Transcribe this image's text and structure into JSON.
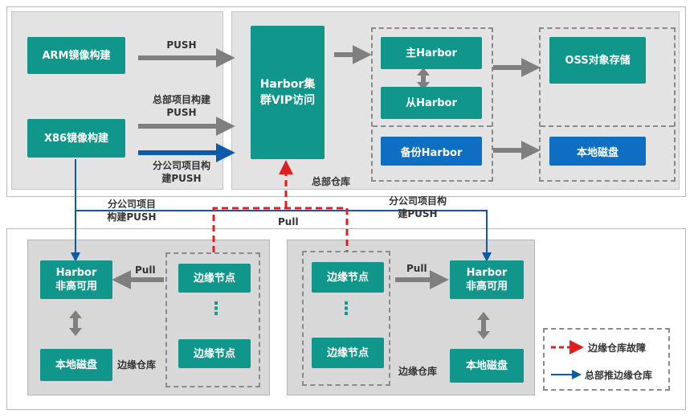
{
  "top": {
    "arm_build": "ARM镜像构建",
    "x86_build": "X86镜像构建",
    "push_label": "PUSH",
    "hq_project_label": "总部项目构建\nPUSH",
    "branch_project_label": "分公司项目构\n建PUSH",
    "harbor_vip": "Harbor集\n群VIP访问",
    "master_harbor": "主Harbor",
    "slave_harbor": "从Harbor",
    "backup_harbor": "备份Harbor",
    "oss_storage": "OSS对象存储",
    "local_disk": "本地磁盘",
    "hq_repo": "总部仓库"
  },
  "middle": {
    "branch_push_left": "分公司项目\n构建PUSH",
    "branch_push_right": "分公司项目构\n建PUSH",
    "pull_center": "Pull"
  },
  "bottom_left": {
    "harbor": "Harbor\n非高可用",
    "pull": "Pull",
    "edge_node_1": "边缘节点",
    "dots": "⋮",
    "edge_node_2": "边缘节点",
    "local_disk": "本地磁盘",
    "edge_repo": "边缘仓库"
  },
  "bottom_right": {
    "edge_node_1": "边缘节点",
    "dots": "⋮",
    "edge_node_2": "边缘节点",
    "pull": "Pull",
    "harbor": "Harbor\n非高可用",
    "local_disk": "本地磁盘",
    "edge_repo": "边缘仓库"
  },
  "legend": {
    "failure": "边缘仓库故障",
    "hq_push": "总部推边缘仓库"
  },
  "colors": {
    "teal": "#10968a",
    "blue": "#0e6ec2",
    "red": "#e02020",
    "gray_arrow": "#7f7f7f"
  }
}
